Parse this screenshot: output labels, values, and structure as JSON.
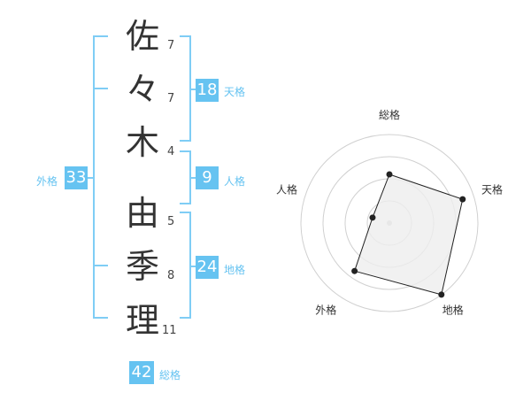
{
  "name": {
    "chars": [
      {
        "char": "佐",
        "strokes": "7"
      },
      {
        "char": "々",
        "strokes": "7"
      },
      {
        "char": "木",
        "strokes": "4"
      },
      {
        "char": "由",
        "strokes": "5"
      },
      {
        "char": "季",
        "strokes": "8"
      },
      {
        "char": "理",
        "strokes": "11"
      }
    ]
  },
  "kakusu": {
    "tenkaku": {
      "value": "18",
      "label": "天格"
    },
    "jinkaku": {
      "value": "9",
      "label": "人格"
    },
    "chikaku": {
      "value": "24",
      "label": "地格"
    },
    "gaikaku": {
      "value": "33",
      "label": "外格"
    },
    "soukaku": {
      "value": "42",
      "label": "総格"
    }
  },
  "colors": {
    "accent": "#66c3f1",
    "bracket": "#7fcdf5",
    "radar_fill": "#eeeeee",
    "ring": "#d0d0d0"
  },
  "chart_data": {
    "type": "radar",
    "axes": [
      "総格",
      "天格",
      "地格",
      "外格",
      "人格"
    ],
    "values": [
      0.55,
      0.87,
      1.0,
      0.67,
      0.2
    ],
    "rings": 4,
    "range": [
      0,
      1
    ]
  }
}
